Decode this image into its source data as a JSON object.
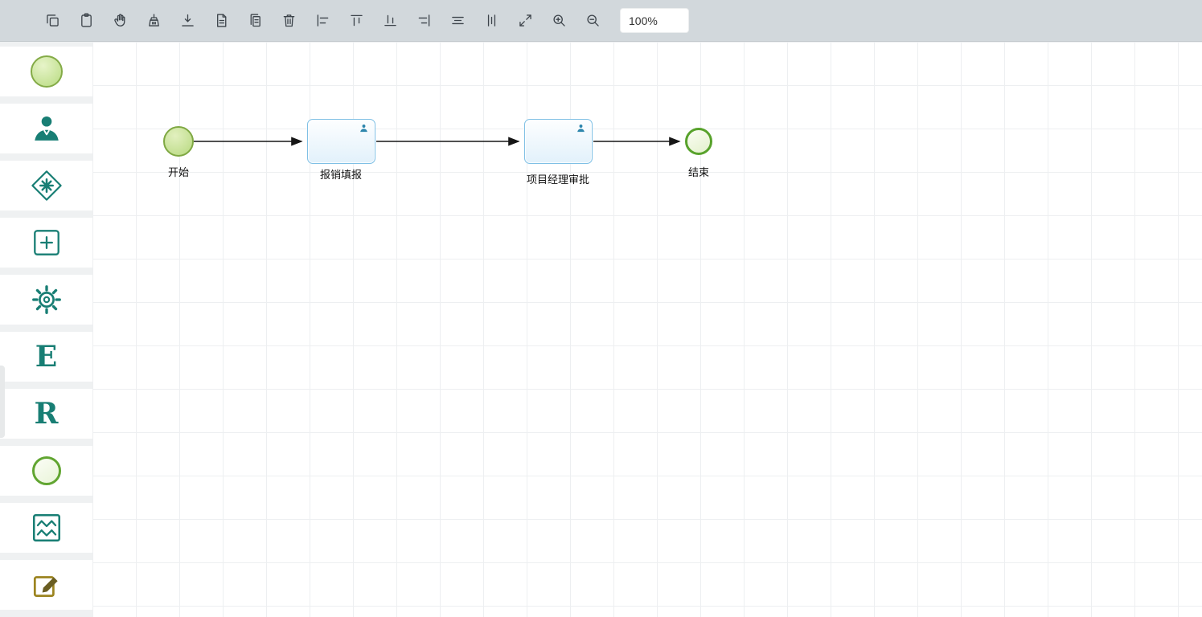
{
  "colors": {
    "toolbar_bg": "#d2d8dc",
    "toolbar_icon": "#3c434a",
    "palette_teal": "#187e74",
    "palette_olive": "#9c8420",
    "start_fill": "#b7d97f",
    "start_border": "#7fa843",
    "end_border": "#58a22c",
    "task_border": "#7fc0e5",
    "task_fill": "#e2f1fb",
    "arrow": "#161616"
  },
  "toolbar": {
    "zoom_value": "100%",
    "buttons": [
      {
        "icon": "copy-icon"
      },
      {
        "icon": "clipboard-icon"
      },
      {
        "icon": "hand-pan-icon"
      },
      {
        "icon": "broom-icon"
      },
      {
        "icon": "download-icon"
      },
      {
        "icon": "document-icon"
      },
      {
        "icon": "duplicate-document-icon"
      },
      {
        "icon": "trash-icon"
      },
      {
        "icon": "align-left-icon"
      },
      {
        "icon": "align-top-icon"
      },
      {
        "icon": "align-bottom-icon"
      },
      {
        "icon": "align-right-icon"
      },
      {
        "icon": "align-horizontal-center-icon"
      },
      {
        "icon": "align-vertical-center-icon"
      },
      {
        "icon": "fullscreen-icon"
      },
      {
        "icon": "zoom-in-icon"
      },
      {
        "icon": "zoom-out-icon"
      }
    ]
  },
  "palette": {
    "items": [
      {
        "name": "start-event",
        "icon": "start-event-icon"
      },
      {
        "name": "user-task",
        "icon": "user-task-icon"
      },
      {
        "name": "gateway",
        "icon": "gateway-icon"
      },
      {
        "name": "subprocess",
        "icon": "subprocess-icon"
      },
      {
        "name": "service-task",
        "icon": "gear-icon"
      },
      {
        "name": "e-element",
        "icon": "letter-e-icon",
        "label": "E"
      },
      {
        "name": "r-element",
        "icon": "letter-r-icon",
        "label": "R"
      },
      {
        "name": "end-event",
        "icon": "end-event-icon"
      },
      {
        "name": "pattern",
        "icon": "zigzag-pattern-icon"
      },
      {
        "name": "edit",
        "icon": "edit-pencil-icon"
      }
    ]
  },
  "canvas": {
    "zoom": "100%",
    "nodes": [
      {
        "id": "start",
        "type": "start-event",
        "label": "开始"
      },
      {
        "id": "task1",
        "type": "user-task",
        "label": "报销填报"
      },
      {
        "id": "task2",
        "type": "user-task",
        "label": "项目经理审批"
      },
      {
        "id": "end",
        "type": "end-event",
        "label": "结束"
      }
    ],
    "edges": [
      {
        "from": "start",
        "to": "task1"
      },
      {
        "from": "task1",
        "to": "task2"
      },
      {
        "from": "task2",
        "to": "end"
      }
    ]
  }
}
